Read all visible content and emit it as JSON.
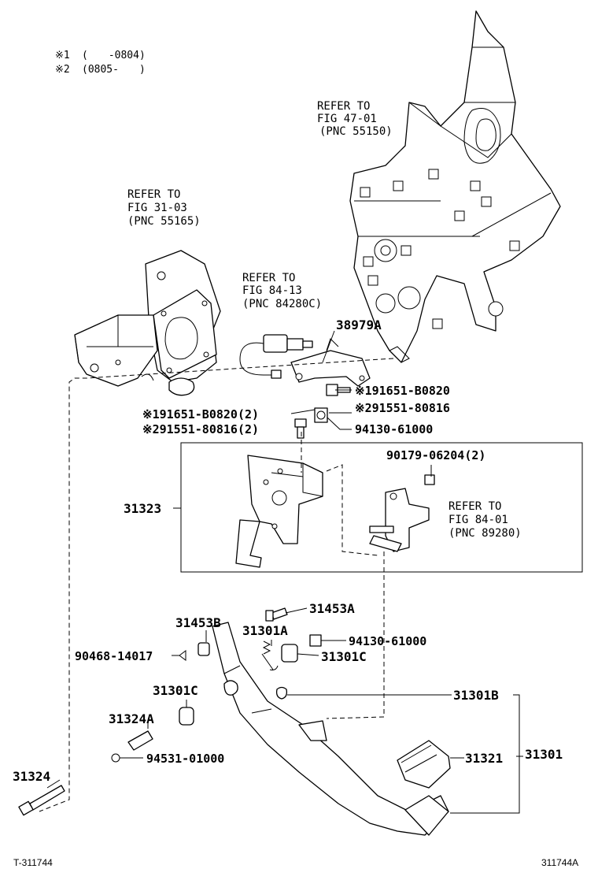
{
  "legend": [
    {
      "mark": "※1",
      "text": "(　　-0804)"
    },
    {
      "mark": "※2",
      "text": "(0805-　　)"
    }
  ],
  "references": [
    {
      "id": "ref-47-01",
      "lines": [
        "REFER TO",
        "FIG 47-01",
        "(PNC 55150)"
      ]
    },
    {
      "id": "ref-31-03",
      "lines": [
        "REFER TO",
        "FIG 31-03",
        "(PNC 55165)"
      ]
    },
    {
      "id": "ref-84-13",
      "lines": [
        "REFER TO",
        "FIG 84-13",
        "(PNC 84280C)"
      ]
    },
    {
      "id": "ref-84-01",
      "lines": [
        "REFER TO",
        "FIG 84-01",
        "(PNC 89280)"
      ]
    }
  ],
  "part_numbers": {
    "p38979A": "38979A",
    "p91651_1": "※191651-B0820",
    "p91551_2": "※291551-80816",
    "p91651_q": "※191651-B0820(2)",
    "p91551_q": "※291551-80816(2)",
    "p94130_a": "94130-61000",
    "p90179": "90179-06204(2)",
    "p31323": "31323",
    "p31453A": "31453A",
    "p31453B": "31453B",
    "p31301A": "31301A",
    "p94130_b": "94130-61000",
    "p90468": "90468-14017",
    "p31301C_r": "31301C",
    "p31301C_l": "31301C",
    "p31301B": "31301B",
    "p31324A": "31324A",
    "p94531": "94531-01000",
    "p31321": "31321",
    "p31301": "31301",
    "p31324": "31324"
  },
  "footer": {
    "left": "T-311744",
    "right": "311744A"
  }
}
